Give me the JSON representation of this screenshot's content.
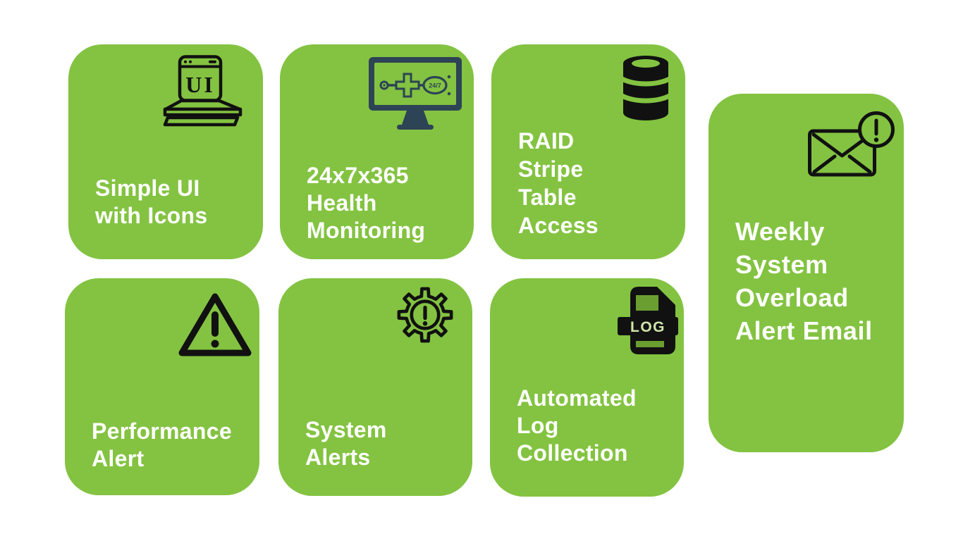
{
  "colors": {
    "card_green": "#83C341",
    "icon_black": "#111111",
    "monitor_navy": "#2D4356",
    "log_inner_green": "#6B9E30",
    "log_letter_green": "#CFE6A8",
    "text_white": "#ffffff",
    "page_background": "#ffffff"
  },
  "cards": [
    {
      "id": "simple-ui",
      "lines": [
        "Simple UI",
        "with Icons"
      ],
      "icon": "ui-window-stack-icon",
      "icon_text": "UI"
    },
    {
      "id": "health-monitoring",
      "lines": [
        "24x7x365",
        "Health",
        "Monitoring"
      ],
      "icon": "monitor-stethoscope-icon",
      "icon_text": "24/7"
    },
    {
      "id": "raid-stripe-table-access",
      "lines": [
        "RAID",
        "Stripe",
        "Table",
        "Access"
      ],
      "icon": "database-icon"
    },
    {
      "id": "weekly-overload-alert-email",
      "lines": [
        "Weekly",
        "System",
        "Overload",
        "Alert Email"
      ],
      "icon": "email-alert-icon"
    },
    {
      "id": "performance-alert",
      "lines": [
        "Performance",
        "Alert"
      ],
      "icon": "warning-triangle-icon"
    },
    {
      "id": "system-alerts",
      "lines": [
        "System",
        "Alerts"
      ],
      "icon": "gear-alert-icon"
    },
    {
      "id": "automated-log-collection",
      "lines": [
        "Automated",
        "Log",
        "Collection"
      ],
      "icon": "log-file-icon",
      "icon_text": "LOG"
    }
  ]
}
